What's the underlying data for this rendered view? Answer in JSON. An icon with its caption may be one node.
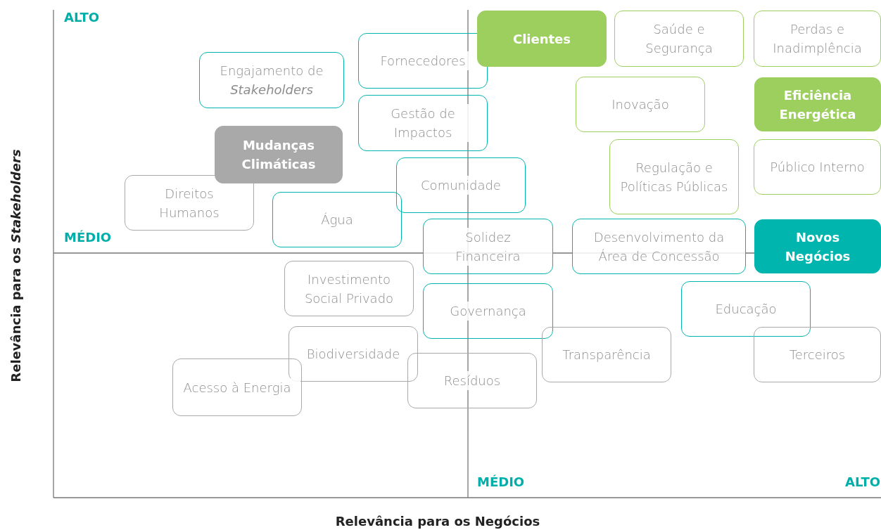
{
  "diagram": {
    "nodes": [
      {
        "text": [
          "Engajamento de *Stakeholders*"
        ]
      },
      {
        "text": [
          "Fornecedores"
        ]
      },
      {
        "text": [
          "Clientes"
        ]
      },
      {
        "text": [
          "Saúde e Segurança"
        ]
      },
      {
        "text": [
          "Perdas e Inadimplência"
        ]
      },
      {
        "text": [
          "Gestão de Impactos"
        ]
      },
      {
        "text": [
          "Inovação"
        ]
      },
      {
        "text": [
          "Eficiência Energética"
        ]
      },
      {
        "text": [
          "Mudanças Climáticas"
        ]
      },
      {
        "text": [
          "Regulação e Políticas Públicas"
        ]
      },
      {
        "text": [
          "Público Interno"
        ]
      },
      {
        "text": [
          "Direitos Humanos"
        ]
      },
      {
        "text": [
          "Comunidade"
        ]
      },
      {
        "text": [
          "Água"
        ]
      },
      {
        "text": [
          "Solidez Financeira"
        ]
      },
      {
        "text": [
          "Desenvolvimento da Área de Concessão"
        ]
      },
      {
        "text": [
          "Novos Negócios"
        ]
      },
      {
        "text": [
          "Investimento Social Privado"
        ]
      },
      {
        "text": [
          "Governança"
        ]
      },
      {
        "text": [
          "Educação"
        ]
      },
      {
        "text": [
          "Biodiversidade"
        ]
      },
      {
        "text": [
          "Transparência"
        ]
      },
      {
        "text": [
          "Terceiros"
        ]
      },
      {
        "text": [
          "Acesso à Energia"
        ]
      },
      {
        "text": [
          "Resíduos"
        ]
      }
    ],
    "edges": [],
    "labels": [
      "ALTO",
      "MÉDIO",
      "MÉDIO",
      "ALTO",
      "Relevância para os *Stakeholders*",
      "Relevância para os Negócios"
    ]
  }
}
